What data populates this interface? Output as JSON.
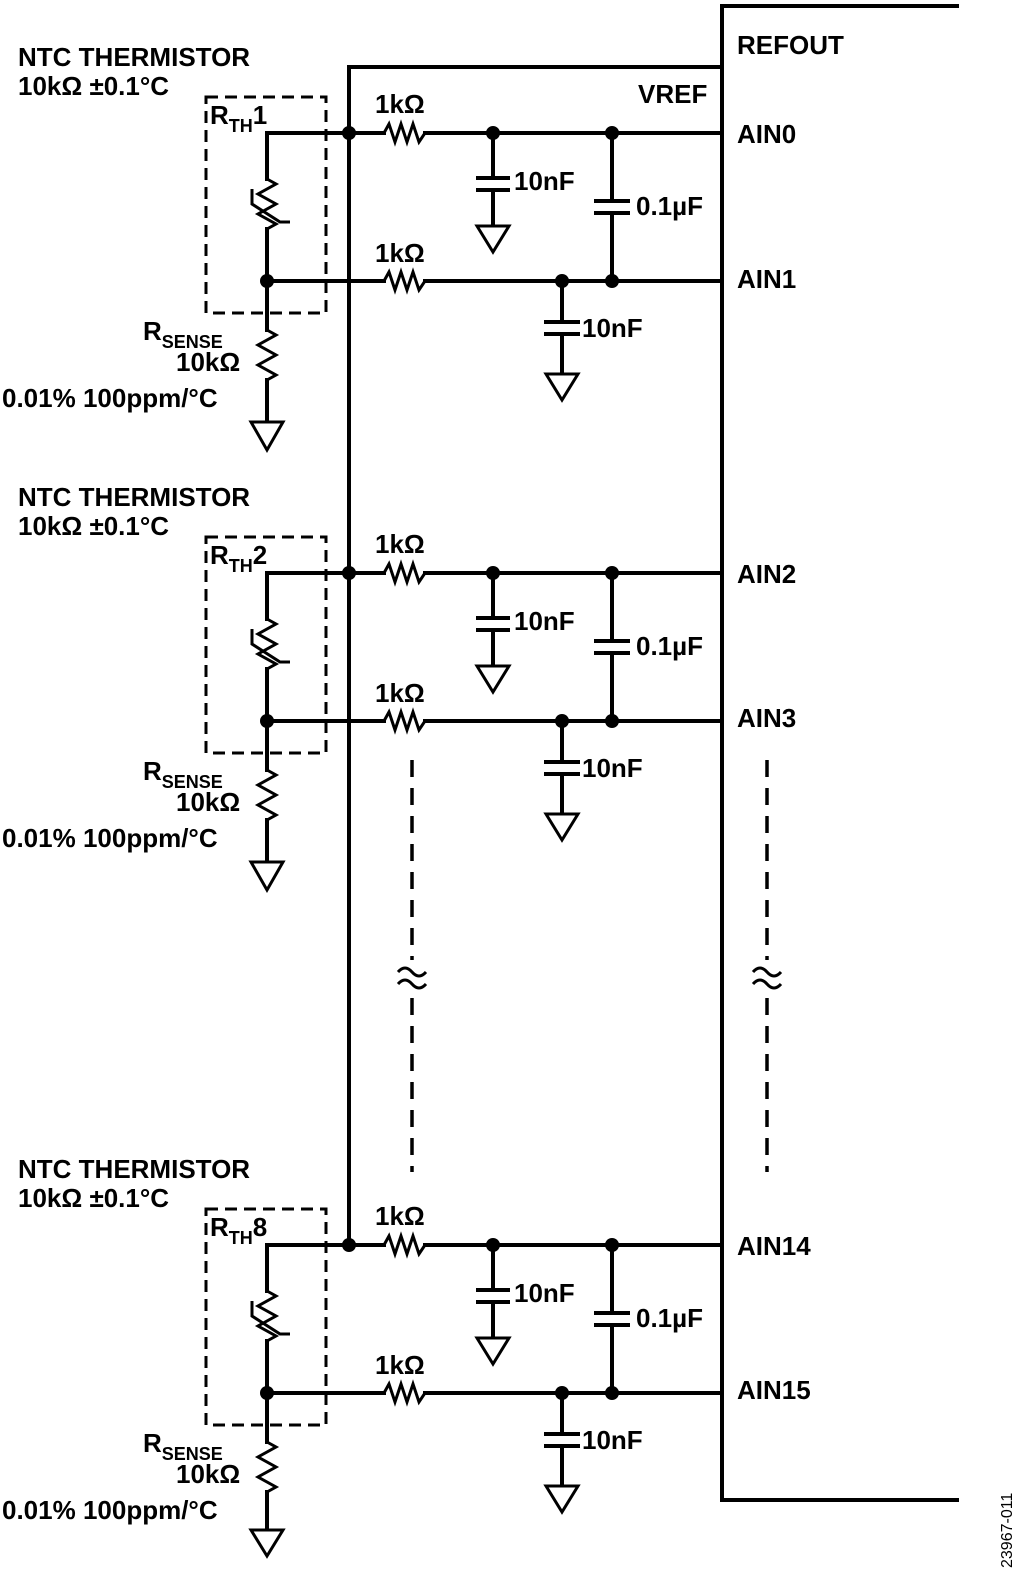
{
  "adc": {
    "refout_label": "REFOUT",
    "vref_label": "VREF",
    "pins": [
      "AIN0",
      "AIN1",
      "AIN2",
      "AIN3",
      "AIN14",
      "AIN15"
    ]
  },
  "channels": [
    {
      "title": "NTC THERMISTOR",
      "spec": "10kΩ ±0.1°C",
      "rth_main": "R",
      "rth_sub": "TH",
      "rth_idx": "1",
      "rsense_main": "R",
      "rsense_sub": "SENSE",
      "rsense_value": "10kΩ",
      "rsense_spec": "0.01% 100ppm/°C",
      "res_top": "1kΩ",
      "res_bottom": "1kΩ",
      "cap_top": "10nF",
      "cap_diff": "0.1µF",
      "cap_bottom": "10nF"
    },
    {
      "title": "NTC THERMISTOR",
      "spec": "10kΩ ±0.1°C",
      "rth_main": "R",
      "rth_sub": "TH",
      "rth_idx": "2",
      "rsense_main": "R",
      "rsense_sub": "SENSE",
      "rsense_value": "10kΩ",
      "rsense_spec": "0.01% 100ppm/°C",
      "res_top": "1kΩ",
      "res_bottom": "1kΩ",
      "cap_top": "10nF",
      "cap_diff": "0.1µF",
      "cap_bottom": "10nF"
    },
    {
      "title": "NTC THERMISTOR",
      "spec": "10kΩ ±0.1°C",
      "rth_main": "R",
      "rth_sub": "TH",
      "rth_idx": "8",
      "rsense_main": "R",
      "rsense_sub": "SENSE",
      "rsense_value": "10kΩ",
      "rsense_spec": "0.01% 100ppm/°C",
      "res_top": "1kΩ",
      "res_bottom": "1kΩ",
      "cap_top": "10nF",
      "cap_diff": "0.1µF",
      "cap_bottom": "10nF"
    }
  ],
  "figure_id": "23967-011"
}
